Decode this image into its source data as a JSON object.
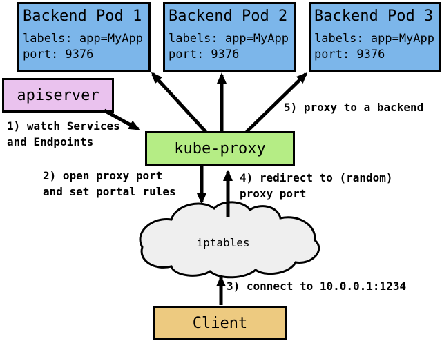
{
  "colors": {
    "background": "#ffffff",
    "pod_fill": "#7cb6ea",
    "apiserver_fill": "#eac2ee",
    "kube_proxy_fill": "#b5ed85",
    "client_fill": "#edca80",
    "cloud_fill": "#efefef",
    "line": "#000000"
  },
  "pods": [
    {
      "title": "Backend Pod 1",
      "labels_line": "labels: app=MyApp",
      "port_line": "port: 9376"
    },
    {
      "title": "Backend Pod 2",
      "labels_line": "labels: app=MyApp",
      "port_line": "port: 9376"
    },
    {
      "title": "Backend Pod 3",
      "labels_line": "labels: app=MyApp",
      "port_line": "port: 9376"
    }
  ],
  "apiserver": {
    "label": "apiserver"
  },
  "kube_proxy": {
    "label": "kube-proxy"
  },
  "cloud": {
    "label": "iptables"
  },
  "client": {
    "label": "Client"
  },
  "annotations": {
    "step1": {
      "line1": "1) watch Services",
      "line2": "and Endpoints"
    },
    "step2": {
      "line1": "2) open proxy port",
      "line2": "and set portal rules"
    },
    "step3": {
      "line1": "3) connect to 10.0.0.1:1234"
    },
    "step4": {
      "line1": "4) redirect to (random)",
      "line2": "proxy port"
    },
    "step5": {
      "line1": "5) proxy to a backend"
    }
  }
}
